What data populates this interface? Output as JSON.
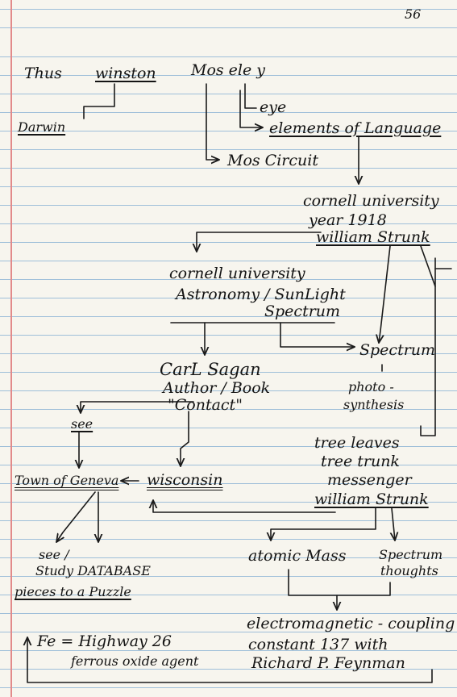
{
  "page_number": "56",
  "words": {
    "thus": "Thus",
    "winston": "winston",
    "moseley": "Mos ele y",
    "darwin": "Darwin",
    "eye": "eye",
    "elements": "elements of Language",
    "mos_circuit": "Mos Circuit",
    "cornell_1": "cornell university",
    "year_1918": "year 1918",
    "strunk_1": "william Strunk",
    "cornell_2": "cornell university",
    "astronomy": "Astronomy / SunLight",
    "spectrum_1": "Spectrum",
    "spectrum_2": "Spectrum",
    "carl_sagan": "CarL Sagan",
    "author_book": "Author / Book",
    "contact": "\"Contact\"",
    "photo_1": "photo -",
    "photo_2": "synthesis",
    "see_1": "see",
    "tree_leaves": "tree leaves",
    "tree_trunk": "tree trunk",
    "messenger": "messenger",
    "town_geneva": "Town of Geneva",
    "wisconsin": "wisconsin",
    "strunk_2": "william Strunk",
    "see_study": "see /",
    "study_db": "Study DATABASE",
    "pieces": "pieces to a Puzzle",
    "atomic_mass": "atomic Mass",
    "spectrum_3": "Spectrum",
    "thoughts": "thoughts",
    "em_coupling": "electromagnetic - coupling",
    "constant": "constant 137 with",
    "feynman": "Richard P. Feynman",
    "fe_highway": "Fe = Highway 26",
    "ferrous": "ferrous oxide agent"
  }
}
